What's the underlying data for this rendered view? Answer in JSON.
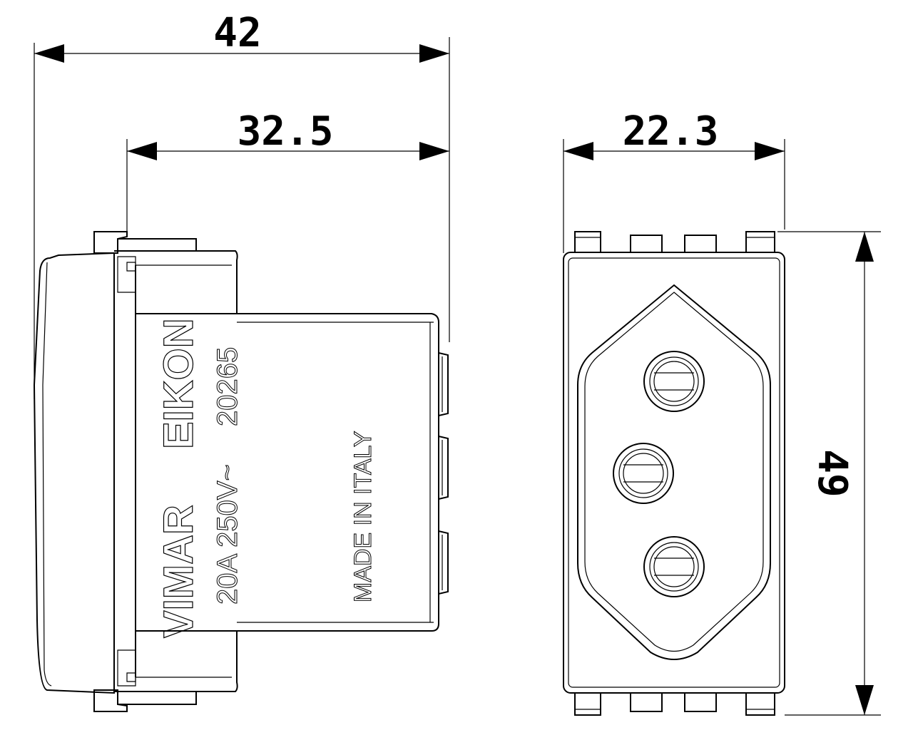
{
  "dimensions": {
    "overall_depth": "42",
    "body_depth": "32.5",
    "front_width": "22.3",
    "front_height": "49"
  },
  "side_markings": {
    "brand_top": "EIKON",
    "brand_bottom": "VIMAR",
    "rating": "20A  250V~",
    "code": "20265",
    "origin": "MADE IN ITALY"
  },
  "colors": {
    "line": "#000000",
    "background": "#ffffff"
  }
}
